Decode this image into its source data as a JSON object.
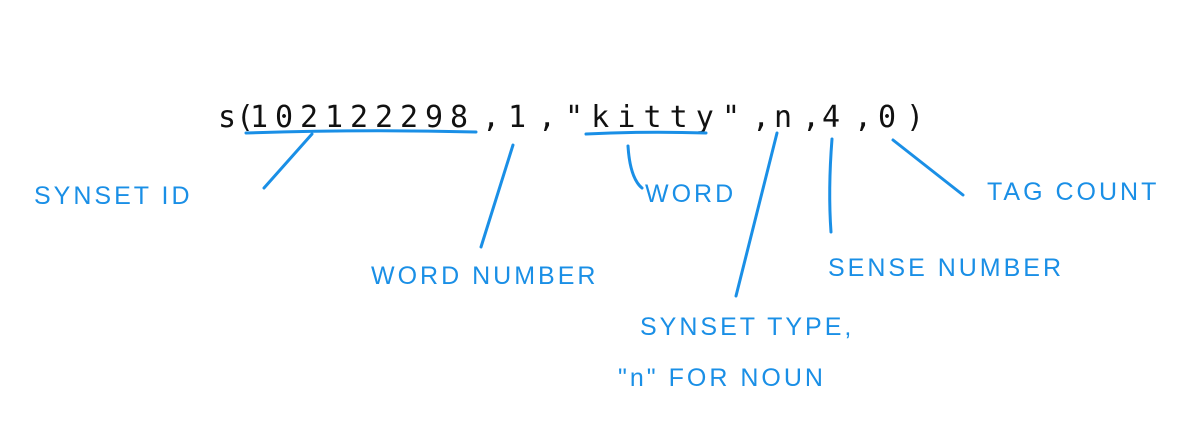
{
  "code_line": {
    "prefix": "s(",
    "synset_id": "102122298",
    "sep1": ",",
    "word_number": "1",
    "sep2": ",",
    "word": "\"kitty\"",
    "sep3": ",",
    "synset_type": "n",
    "sep4": ",",
    "sense_number": "4",
    "sep5": ",",
    "tag_count": "0",
    "suffix": ")"
  },
  "labels": {
    "synset_id": "SYNSET ID",
    "word_number": "WORD NUMBER",
    "word": "WORD",
    "synset_type_line1": "SYNSET TYPE,",
    "synset_type_line2": "\"n\" FOR NOUN",
    "sense_number": "SENSE NUMBER",
    "tag_count": "TAG COUNT"
  },
  "colors": {
    "ink": "#111111",
    "annotation": "#1a8fe6"
  }
}
